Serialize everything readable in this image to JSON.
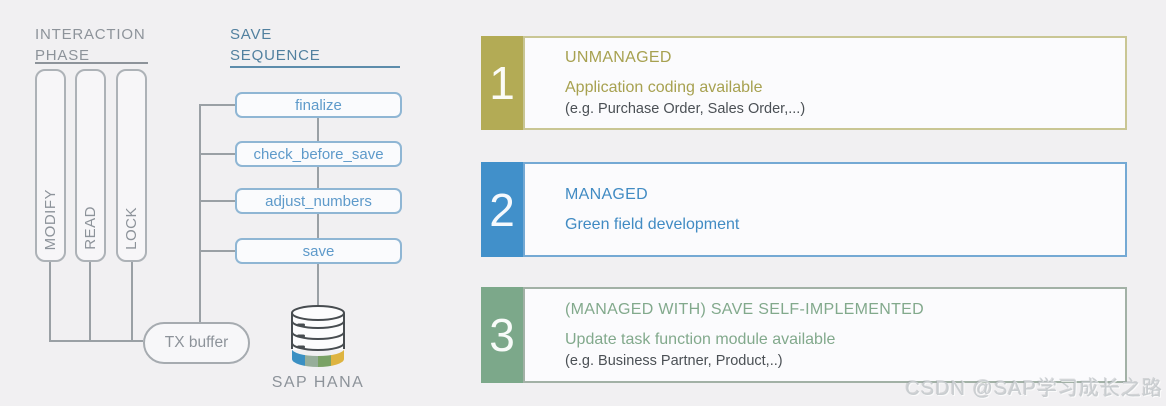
{
  "interaction_phase": {
    "title": "INTERACTION\nPHASE",
    "bars": [
      "MODIFY",
      "READ",
      "LOCK"
    ]
  },
  "save_sequence": {
    "title": "SAVE\nSEQUENCE",
    "steps": [
      "finalize",
      "check_before_save",
      "adjust_numbers",
      "save"
    ],
    "tx_buffer_label": "TX buffer",
    "database_label": "SAP HANA",
    "database_band_colors": [
      "#3b90c3",
      "#97ae9a",
      "#7aa265",
      "#deb440"
    ]
  },
  "scenarios": [
    {
      "number": "1",
      "title": "UNMANAGED",
      "subtitle": "Application coding available",
      "example": "(e.g. Purchase Order, Sales Order,...)",
      "colors": {
        "tab": "#b3ab55",
        "border": "#c9c694",
        "title": "#a7a150",
        "subtitle": "#a7a150",
        "example": "#4b5055"
      }
    },
    {
      "number": "2",
      "title": "MANAGED",
      "subtitle": "Green field development",
      "example": "",
      "colors": {
        "tab": "#4190ca",
        "border": "#74a9d4",
        "title": "#418bc3",
        "subtitle": "#418bc3",
        "example": "#4b5055"
      }
    },
    {
      "number": "3",
      "title": "(MANAGED WITH) SAVE SELF-IMPLEMENTED",
      "subtitle": "Update task function module available",
      "example": "(e.g. Business Partner, Product,..)",
      "colors": {
        "tab": "#7ca88a",
        "border": "#a2b1a6",
        "title": "#82a98c",
        "subtitle": "#82a98c",
        "example": "#4b5055"
      }
    }
  ],
  "watermark": "CSDN @SAP学习成长之路",
  "accent_colors": {
    "gray_text": "#8d939a",
    "blue_title": "#51809f",
    "step_border": "#8fb6d4",
    "step_text": "#5e9aca",
    "line": "#9aa0a5"
  }
}
